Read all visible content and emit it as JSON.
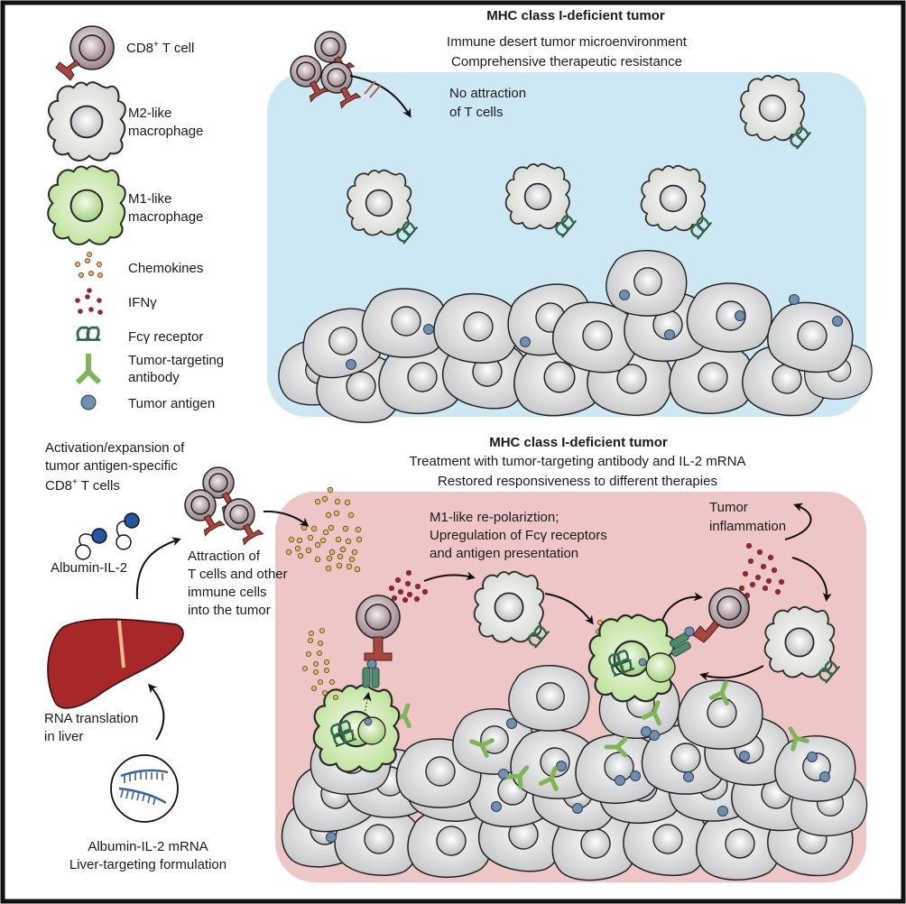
{
  "colors": {
    "frame": "#111111",
    "panel_top": "#cde8f2",
    "panel_bottom": "#efc6c6",
    "tcell": "#a89096",
    "tcell_receptor": "#a8453f",
    "m2_macrophage": "#e6e8e2",
    "m1_macrophage": "#cfe9b0",
    "chemokine": "#e2b56a",
    "ifng": "#8b2a32",
    "fc_receptor": "#2f6a4f",
    "antibody": "#7fb557",
    "tumor_antigen": "#6f8fae",
    "tumor_cell": "#d6d8da",
    "liver": "#a8282a",
    "liver_band": "#f2b98f",
    "albumin_il2_filled": "#2457a3",
    "mrna": "#3a5f9a"
  },
  "legend": {
    "items": [
      {
        "icon": "cd8-t-cell-icon",
        "label": "CD8",
        "sup": "+",
        "label_tail": " T cell"
      },
      {
        "icon": "m2-macrophage-icon",
        "label": "M2-like",
        "label2": "macrophage"
      },
      {
        "icon": "m1-macrophage-icon",
        "label": "M1-like",
        "label2": "macrophage"
      },
      {
        "icon": "chemokines-icon",
        "label": "Chemokines"
      },
      {
        "icon": "ifn-gamma-icon",
        "label": "IFNγ"
      },
      {
        "icon": "fc-gamma-receptor-icon",
        "label": "Fcγ receptor"
      },
      {
        "icon": "antibody-icon",
        "label": "Tumor-targeting",
        "label2": "antibody"
      },
      {
        "icon": "tumor-antigen-icon",
        "label": "Tumor antigen"
      }
    ]
  },
  "top_panel": {
    "title": "MHC class I-deficient tumor",
    "subtitle1": "Immune desert tumor microenvironment",
    "subtitle2": "Comprehensive therapeutic resistance",
    "blocked_label1": "No attraction",
    "blocked_label2": "of T cells"
  },
  "bottom_panel": {
    "title": "MHC class I-deficient tumor",
    "subtitle1": "Treatment with tumor-targeting antibody and IL-2 mRNA",
    "subtitle2": "Restored responsiveness to different therapies",
    "repolarization1": "M1-like re-polariztion;",
    "repolarization2": "Upregulation of Fcγ receptors",
    "repolarization3": "and antigen presentation",
    "inflammation1": "Tumor",
    "inflammation2": "inflammation"
  },
  "left_flow": {
    "activation1": "Activation/expansion of",
    "activation2": "tumor antigen-specific",
    "activation3_pre": "CD8",
    "activation3_sup": "+",
    "activation3_post": " T cells",
    "albumin_label": "Albumin-IL-2",
    "attraction1": "Attraction of",
    "attraction2": "T cells and other",
    "attraction3": "immune cells",
    "attraction4": "into the tumor",
    "rna1": "RNA translation",
    "rna2": "in liver",
    "mrna1": "Albumin-IL-2 mRNA",
    "mrna2": "Liver-targeting formulation"
  }
}
